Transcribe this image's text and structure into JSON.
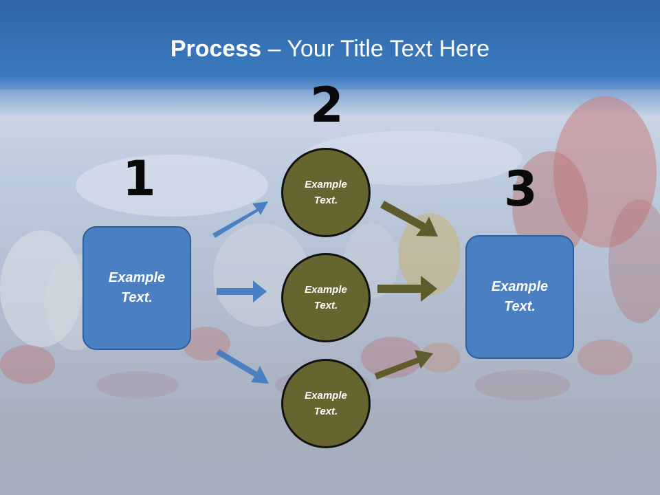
{
  "title": {
    "bold": "Process",
    "rest": " – Your Title Text Here"
  },
  "steps": [
    "1",
    "2",
    "3"
  ],
  "left_box": {
    "text": "Example Text."
  },
  "right_box": {
    "text": "Example Text."
  },
  "circles": [
    {
      "text": "Example Text."
    },
    {
      "text": "Example Text."
    },
    {
      "text": "Example Text."
    }
  ],
  "colors": {
    "box_fill": "#4a7fc1",
    "circle_fill": "#67652f",
    "blue_arrow": "#4a7fc1",
    "olive_arrow": "#5e5c2b"
  }
}
